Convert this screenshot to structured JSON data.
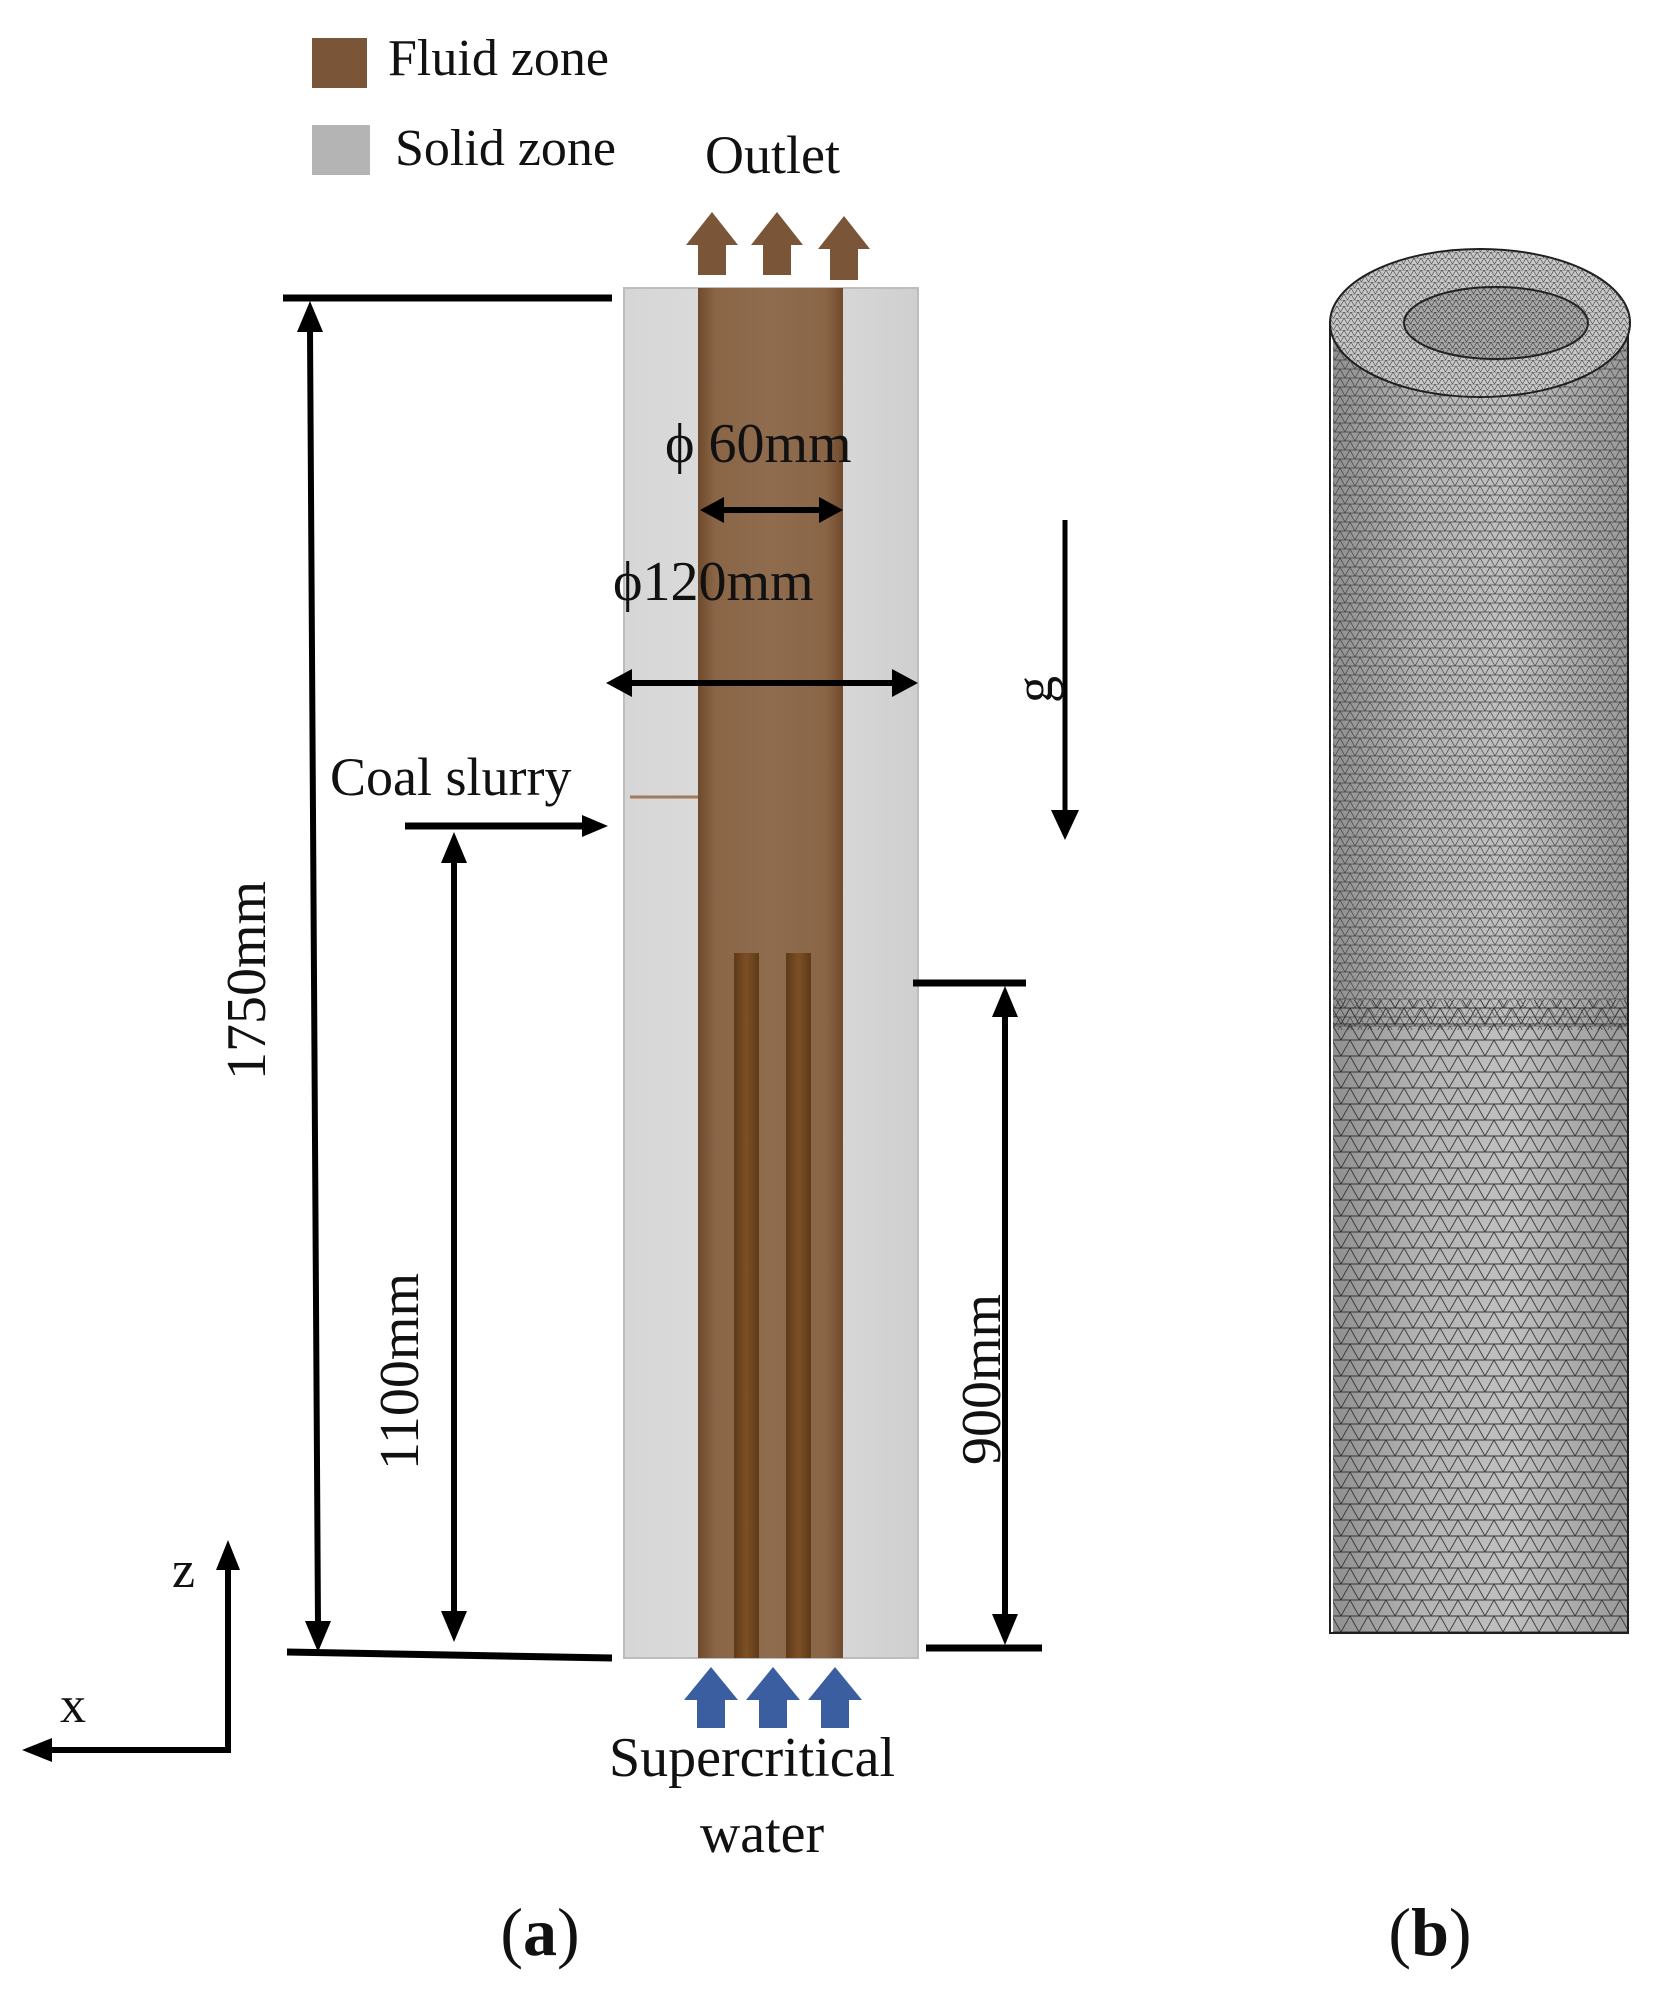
{
  "legend": {
    "items": [
      {
        "label": "Fluid zone",
        "color": "#7a5537"
      },
      {
        "label": "Solid zone",
        "color": "#b4b4b4"
      }
    ]
  },
  "labels": {
    "outlet": "Outlet",
    "inner_diameter": "ϕ 60mm",
    "outer_diameter": "ϕ120mm",
    "gravity": "g",
    "coal_slurry": "Coal slurry",
    "total_length": "1750mm",
    "slurry_height": "1100mm",
    "inner_pipe_length": "900mm",
    "inlet_line1": "Supercritical",
    "inlet_line2": "water",
    "axis_z": "z",
    "axis_x": "x"
  },
  "captions": {
    "a_open": "(",
    "a_letter": "a",
    "a_close": ")",
    "b_open": "(",
    "b_letter": "b",
    "b_close": ")"
  },
  "colors": {
    "fluid": "#7a5537",
    "fluid_dark": "#6b4420",
    "solid": "#d8d8d8",
    "inlet_arrow": "#3a5ea0",
    "outlet_arrow": "#7a5537",
    "mesh_fill": "#b9b9b9",
    "mesh_line": "#2a2a2a"
  }
}
